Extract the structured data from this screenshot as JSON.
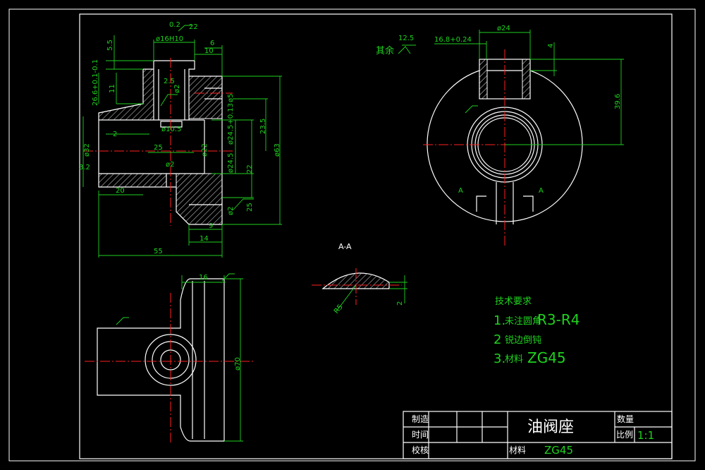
{
  "palette": {
    "background": "#000000",
    "outline": "#ffffff",
    "dimension": "#1fd11f",
    "centerline": "#ff2020"
  },
  "front_view": {
    "dims": [
      "22",
      "0.2",
      "ø16H10",
      "6",
      "10",
      "5.5",
      "26.6+0.1-0.1",
      "11",
      "2.5",
      "ø2",
      "ø5",
      "23.5",
      "ø63",
      "2",
      "ø10.5",
      "ø32",
      "25",
      "ø22",
      "ø24.5+0.13",
      "ø24.5",
      "22",
      "3.2",
      "ø2",
      "20",
      "25",
      "9",
      "14",
      "55",
      "ø2"
    ]
  },
  "right_view": {
    "roughness_other_label": "其余",
    "roughness_value": "12.5",
    "dims": [
      "16.8+0.24",
      "ø24",
      "4",
      "39.6"
    ],
    "section_mark_left": "A",
    "section_mark_right": "A"
  },
  "section_view": {
    "title": "A-A",
    "dims": [
      "R5",
      "2"
    ]
  },
  "bottom_view": {
    "dims": [
      "16",
      "ø70"
    ]
  },
  "tech_notes": {
    "heading": "技术要求",
    "line1_num": "1.",
    "line1_text": "未注圆角",
    "line1_value": "R3-R4",
    "line2_num": "2",
    "line2_text": "锐边倒钝",
    "line3_num": "3.",
    "line3_text": "材料",
    "line3_value": "ZG45"
  },
  "title_block": {
    "made_by": "制造",
    "time": "时间",
    "checker": "校核",
    "part_name": "油阀座",
    "quantity": "数量",
    "scale_label": "比例",
    "scale_value": "1:1",
    "material_label": "材料",
    "material_value": "ZG45"
  }
}
